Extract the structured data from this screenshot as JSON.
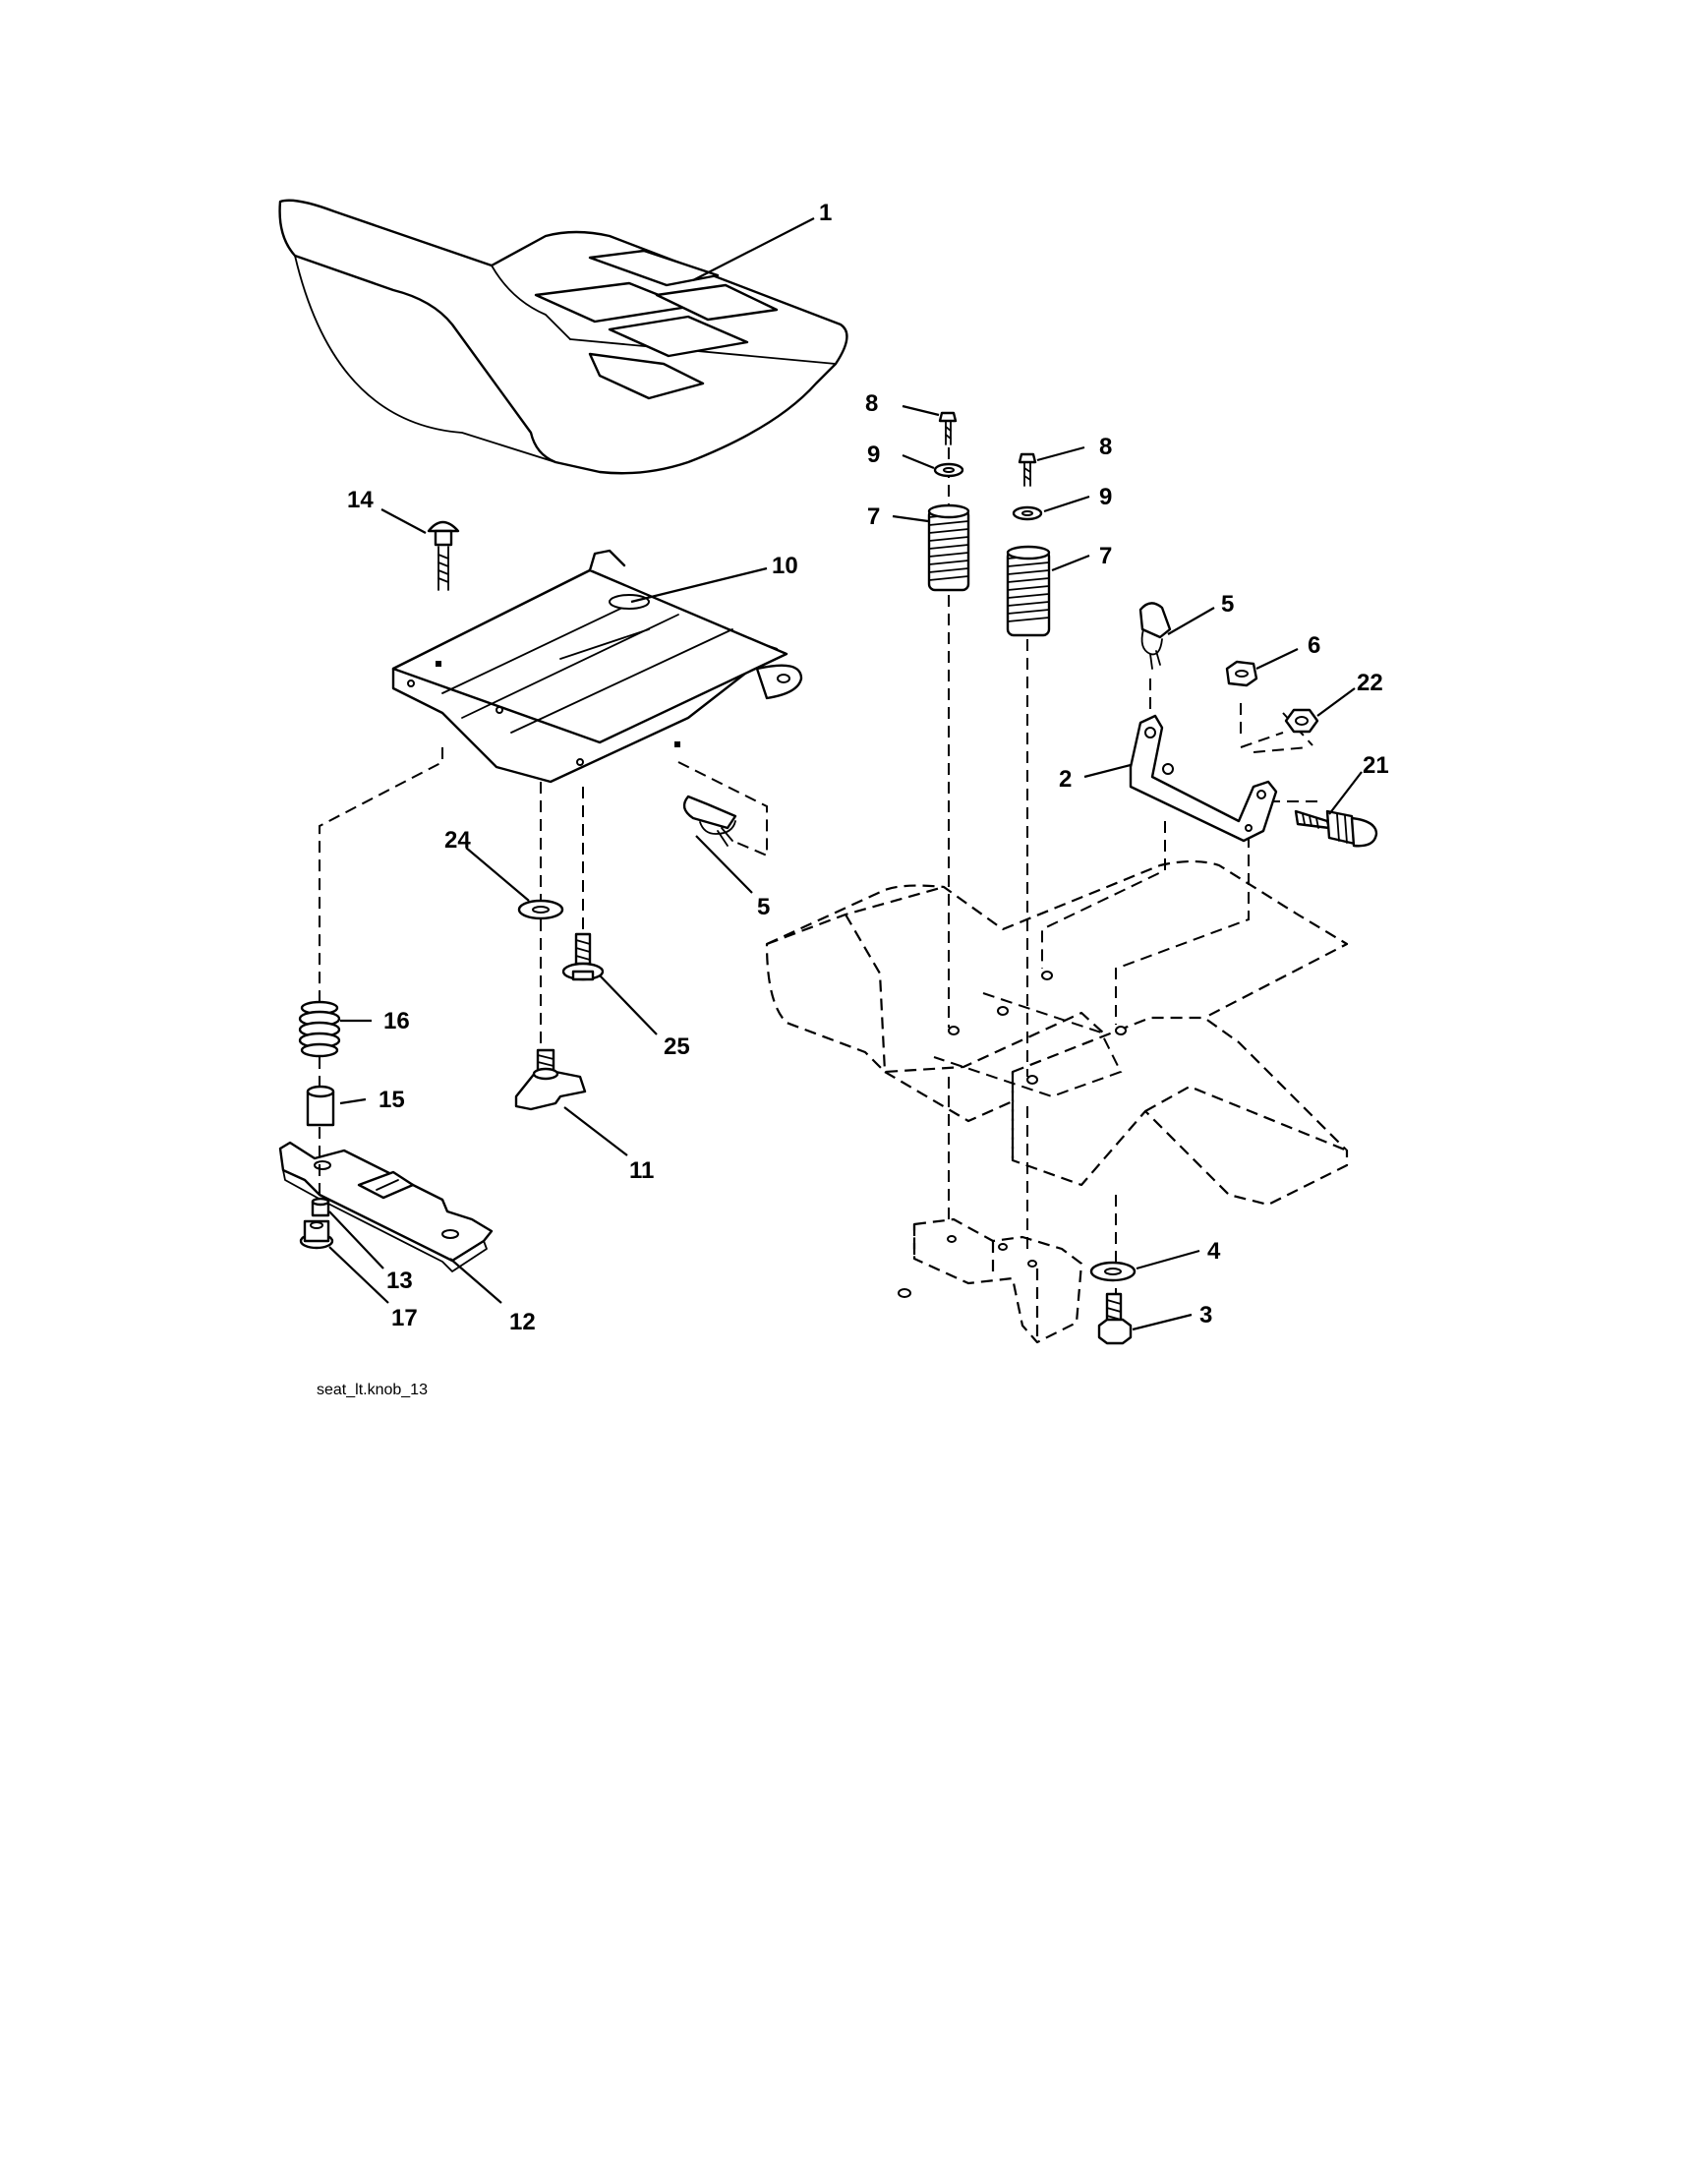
{
  "diagram": {
    "callouts": {
      "c1": "1",
      "c2": "2",
      "c3": "3",
      "c4": "4",
      "c5a": "5",
      "c5b": "5",
      "c6": "6",
      "c7a": "7",
      "c7b": "7",
      "c8a": "8",
      "c8b": "8",
      "c9a": "9",
      "c9b": "9",
      "c10": "10",
      "c11": "11",
      "c12": "12",
      "c13": "13",
      "c14": "14",
      "c15": "15",
      "c16": "16",
      "c17": "17",
      "c21": "21",
      "c22": "22",
      "c24": "24",
      "c25": "25"
    },
    "figure_id": "seat_lt.knob_13"
  }
}
